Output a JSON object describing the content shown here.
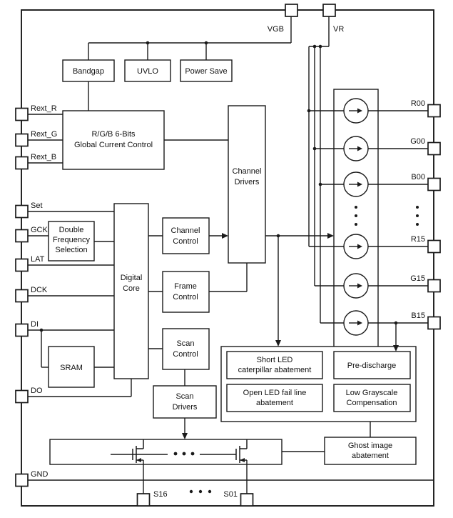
{
  "pins": {
    "top": [
      "VGB",
      "VR"
    ],
    "left": [
      "Rext_R",
      "Rext_G",
      "Rext_B",
      "Set",
      "GCK",
      "LAT",
      "DCK",
      "DI",
      "DO",
      "GND"
    ],
    "right": [
      "R00",
      "G00",
      "B00",
      "R15",
      "G15",
      "B15"
    ],
    "bottom": [
      "S16",
      "S01"
    ]
  },
  "blocks": {
    "bandgap": {
      "l1": "Bandgap"
    },
    "uvlo": {
      "l1": "UVLO"
    },
    "power_save": {
      "l1": "Power Save"
    },
    "global_current": {
      "l1": "R/G/B 6-Bits",
      "l2": "Global Current Control"
    },
    "channel_drivers": {
      "l1": "Channel",
      "l2": "Drivers"
    },
    "double_frequency": {
      "l1": "Double",
      "l2": "Frequency",
      "l3": "Selection"
    },
    "digital_core": {
      "l1": "Digital",
      "l2": "Core"
    },
    "channel_control": {
      "l1": "Channel",
      "l2": "Control"
    },
    "frame_control": {
      "l1": "Frame",
      "l2": "Control"
    },
    "scan_control": {
      "l1": "Scan",
      "l2": "Control"
    },
    "sram": {
      "l1": "SRAM"
    },
    "scan_drivers": {
      "l1": "Scan",
      "l2": "Drivers"
    },
    "short_led": {
      "l1": "Short LED",
      "l2": "caterpillar abatement"
    },
    "open_led": {
      "l1": "Open LED fail line",
      "l2": "abatement"
    },
    "pre_discharge": {
      "l1": "Pre-discharge"
    },
    "low_grayscale": {
      "l1": "Low Grayscale",
      "l2": "Compensation"
    },
    "ghost_image": {
      "l1": "Ghost image",
      "l2": "abatement"
    }
  },
  "colors": {
    "line": "#1a1a1a",
    "background": "#ffffff",
    "block_fill": "#ffffff"
  }
}
